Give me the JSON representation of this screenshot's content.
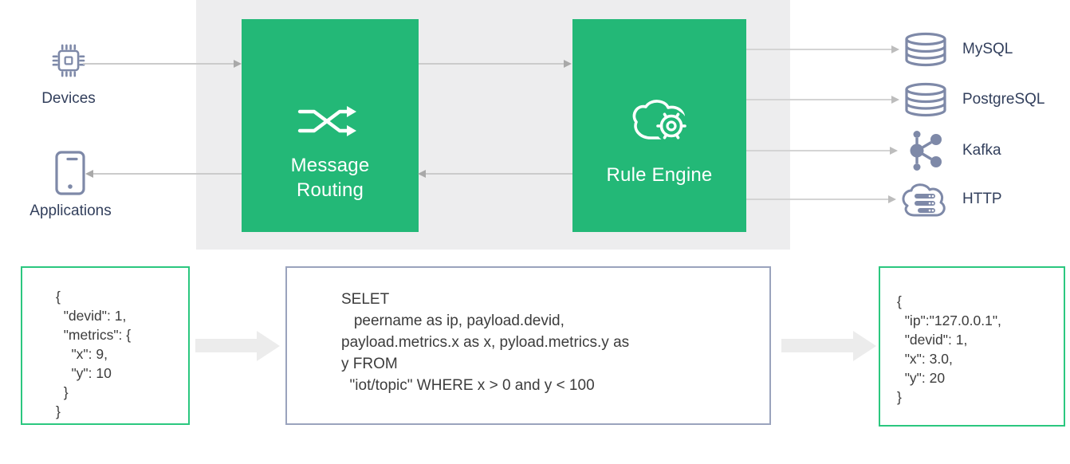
{
  "colors": {
    "accent_green": "#23b877",
    "panel_gray": "#ededee",
    "code_border_green": "#2bc77f",
    "code_border_slate": "#9aa3bd",
    "icon_slate": "#7e89a8",
    "label_navy": "#323f5c"
  },
  "left": {
    "devices_label": "Devices",
    "applications_label": "Applications"
  },
  "pipeline": {
    "message_routing_label": "Message Routing",
    "rule_engine_label": "Rule Engine"
  },
  "sinks": [
    {
      "icon": "mysql-database-icon",
      "label": "MySQL"
    },
    {
      "icon": "postgresql-database-icon",
      "label": "PostgreSQL"
    },
    {
      "icon": "kafka-nodes-icon",
      "label": "Kafka"
    },
    {
      "icon": "http-cloud-server-icon",
      "label": "HTTP"
    }
  ],
  "code": {
    "input_json": "{\n  \"devid\": 1,\n  \"metrics\": {\n    \"x\": 9,\n    \"y\": 10\n  }\n}",
    "rule_sql": "SELET\n   peername as ip, payload.devid,\npayload.metrics.x as x, pyload.metrics.y as\ny FROM\n  \"iot/topic\" WHERE x > 0 and y < 100",
    "output_json": "{\n  \"ip\":\"127.0.0.1\",\n  \"devid\": 1,\n  \"x\": 3.0,\n  \"y\": 20\n}"
  }
}
